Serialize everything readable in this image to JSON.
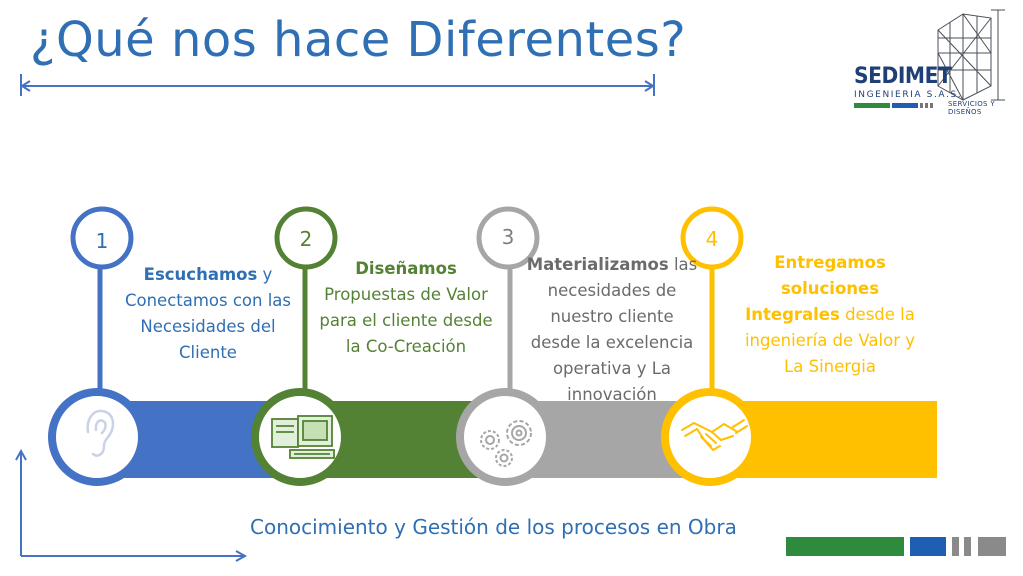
{
  "title": "¿Qué nos hace Diferentes?",
  "logo": {
    "name": "SEDIMET",
    "subtitle": "INGENIERIA S.A.S.",
    "tagline": "SERVICIOS Y DISEÑOS"
  },
  "colors": {
    "blue": "#4472c4",
    "green": "#548235",
    "gray": "#a6a6a6",
    "yellow": "#ffc000",
    "title": "#2f6fb3",
    "dark_blue": "#1f3f77"
  },
  "steps": [
    {
      "number": "1",
      "icon": "ear-icon",
      "color": "#4472c4",
      "bold": "Escuchamos",
      "rest": " y Conectamos con las Necesidades del Cliente"
    },
    {
      "number": "2",
      "icon": "computer-icon",
      "color": "#548235",
      "bold": "Diseñamos",
      "rest": " Propuestas de Valor para el cliente desde la Co-Creación"
    },
    {
      "number": "3",
      "icon": "gears-icon",
      "color": "#a6a6a6",
      "bold": "Materializamos",
      "rest": " las necesidades de nuestro cliente desde la excelencia operativa y La innovación"
    },
    {
      "number": "4",
      "icon": "handshake-icon",
      "color": "#ffc000",
      "bold": "Entregamos soluciones Integrales",
      "rest": " desde la ingeniería de Valor y La Sinergia"
    }
  ],
  "bottom_label": "Conocimiento y Gestión de los procesos en Obra"
}
